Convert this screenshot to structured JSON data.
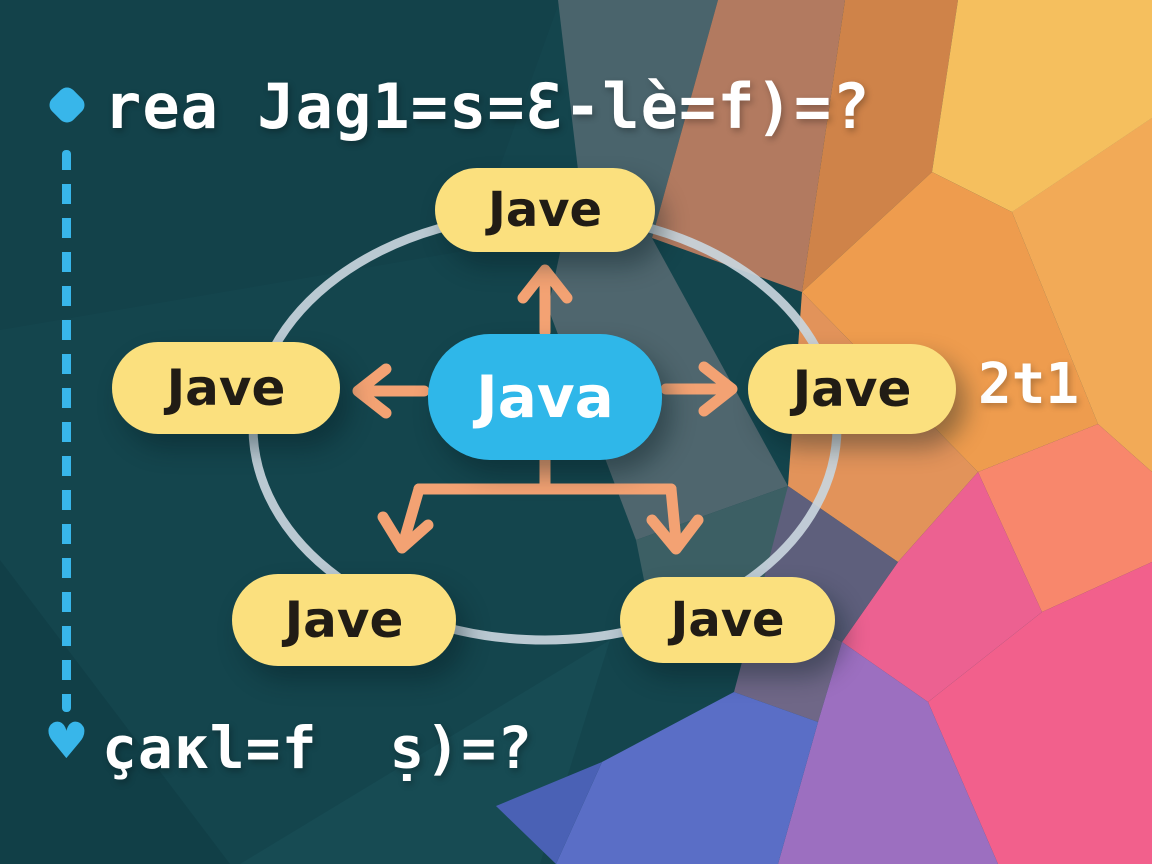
{
  "header": {
    "bullet_icon": "diamond",
    "text": "rea Jag1=s=Ɛ-lè=f)=?"
  },
  "footer": {
    "bullet_icon": "heart",
    "heart_glyph": "♥",
    "text": "çaĸl=f  ṣ)=?"
  },
  "side_note": "2t1",
  "diagram": {
    "center_node": "Java",
    "outer_nodes": [
      "Jave",
      "Jave",
      "Jave",
      "Jave",
      "Jave"
    ],
    "connector_shape": "ellipse-ring",
    "arrow_directions": [
      "up",
      "left",
      "right",
      "down-split-left",
      "down-split-right"
    ]
  },
  "colors": {
    "background_teal": "#14454d",
    "accent_cyan": "#38b6ea",
    "node_yellow": "#fbe07e",
    "center_blue": "#2fb7e9",
    "arrow_orange": "#f3a273",
    "ring_gray": "#c9d5dd",
    "text_white": "#ffffff",
    "node_text_dark": "#211c15"
  }
}
